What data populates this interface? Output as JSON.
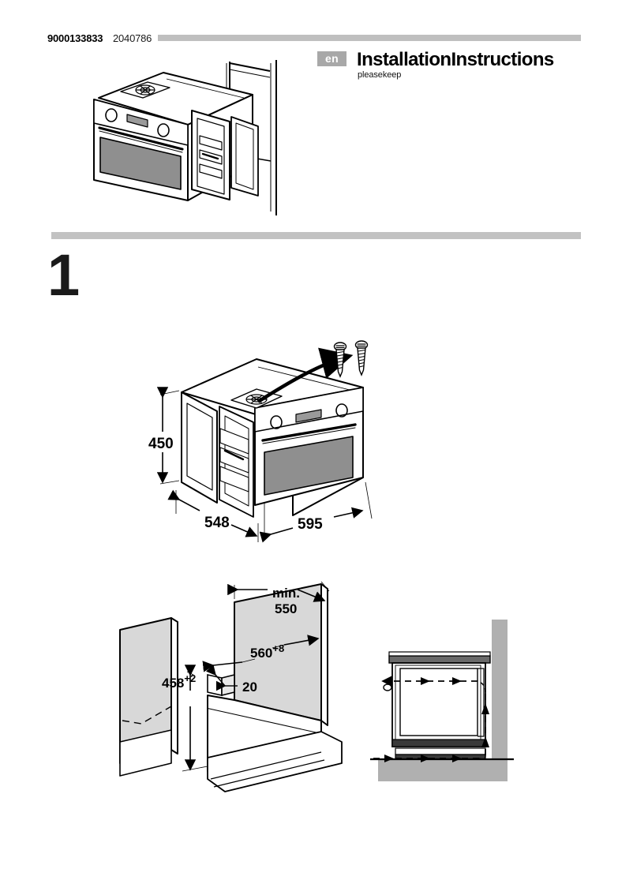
{
  "document": {
    "number_primary": "9000133833",
    "number_secondary": "2040786",
    "language_badge": "en",
    "title": "InstallationInstructions",
    "subtitle": "pleasekeep"
  },
  "steps": [
    {
      "number": "1"
    }
  ],
  "figures": {
    "hero": {
      "name": "built-in-oven-in-cabinet-illustration",
      "description": "Built-in oven shown installed in kitchen cabinet"
    },
    "appliance_dimensions": {
      "name": "appliance-dimensions-diagram",
      "height": "450",
      "depth": "548",
      "width": "595",
      "hardware": "two-mounting-screws"
    },
    "cabinet_cutout": {
      "name": "cabinet-cutout-diagram",
      "depth_min_prefix": "min.",
      "depth_min_value": "550",
      "width_base": "560",
      "width_tolerance": "+8",
      "height_base": "458",
      "height_tolerance": "+2",
      "front_offset": "20"
    },
    "airflow": {
      "name": "ventilation-airflow-diagram",
      "description": "Cross-section showing ventilation air flow around installed oven"
    }
  },
  "colors": {
    "rule_gray": "#bfbfbf",
    "divider_gray": "#c2c2c2",
    "badge_gray": "#a8a8a8",
    "panel_fill": "#d8d8d8",
    "glass_fill": "#808080",
    "wall_fill": "#b0b0b0",
    "line": "#000000"
  }
}
